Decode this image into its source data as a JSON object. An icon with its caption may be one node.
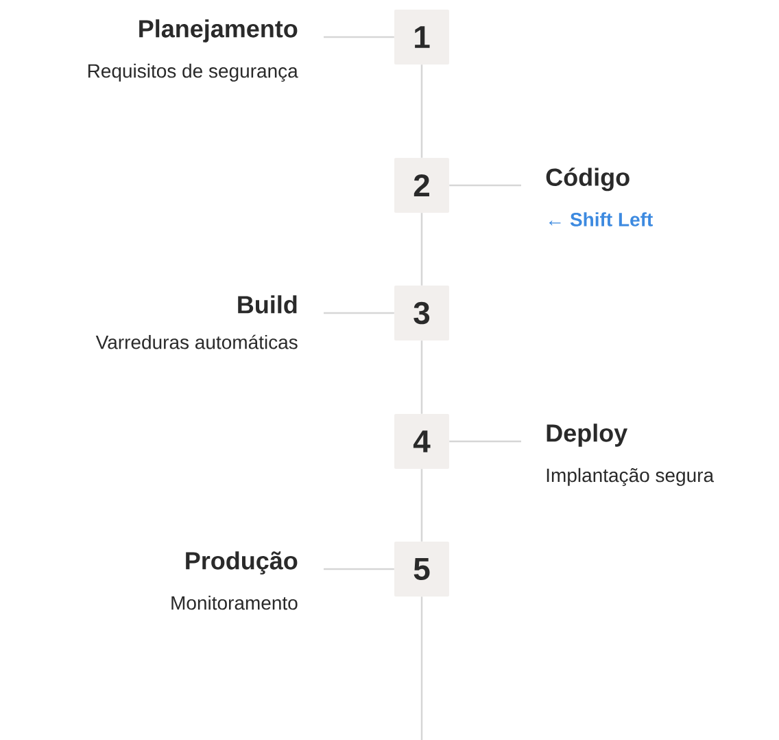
{
  "diagram": {
    "nodes": [
      {
        "text": [
          "1"
        ]
      },
      {
        "text": [
          "Planejamento",
          "Requisitos de segurança"
        ]
      },
      {
        "text": [
          "2"
        ]
      },
      {
        "text": [
          "Código",
          "← Shift Left"
        ]
      },
      {
        "text": [
          "3"
        ]
      },
      {
        "text": [
          "Build",
          "Varreduras automáticas"
        ]
      },
      {
        "text": [
          "4"
        ]
      },
      {
        "text": [
          "Deploy",
          "Implantação segura"
        ]
      },
      {
        "text": [
          "5"
        ]
      },
      {
        "text": [
          "Produção",
          "Monitoramento"
        ]
      }
    ],
    "edges": [
      {
        "from": 0,
        "to": 2,
        "arrow": "none"
      },
      {
        "from": 2,
        "to": 4,
        "arrow": "none"
      },
      {
        "from": 4,
        "to": 6,
        "arrow": "none"
      },
      {
        "from": 6,
        "to": 8,
        "arrow": "none"
      },
      {
        "from": 8,
        "to": null,
        "arrow": "none"
      },
      {
        "from": 0,
        "to": 1,
        "arrow": "none"
      },
      {
        "from": 2,
        "to": 3,
        "arrow": "none"
      },
      {
        "from": 4,
        "to": 5,
        "arrow": "none"
      },
      {
        "from": 6,
        "to": 7,
        "arrow": "none"
      },
      {
        "from": 8,
        "to": 9,
        "arrow": "none"
      }
    ]
  }
}
